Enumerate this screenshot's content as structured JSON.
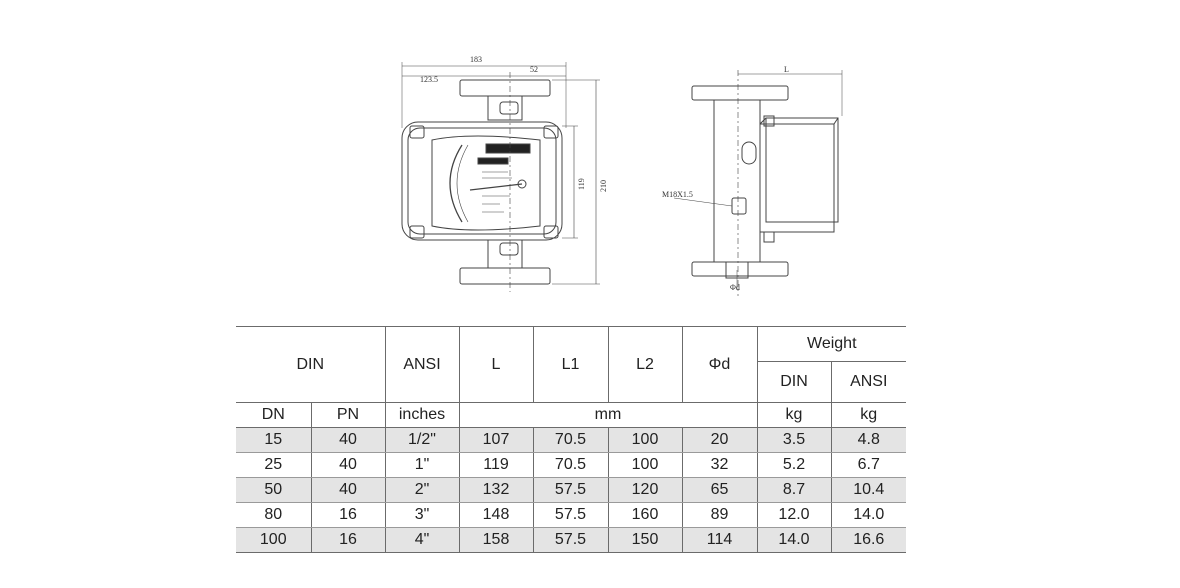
{
  "drawing": {
    "front_dims": {
      "overall_width": "183",
      "left_width": "123.5",
      "right_width": "52",
      "inner_height": "119",
      "overall_height": "210"
    },
    "side_dims": {
      "width": "L",
      "thread": "M18X1.5",
      "diameter": "Φd"
    }
  },
  "table": {
    "header": {
      "din": "DIN",
      "ansi": "ANSI",
      "l": "L",
      "l1": "L1",
      "l2": "L2",
      "phid": "Φd",
      "weight": "Weight",
      "weight_din": "DIN",
      "weight_ansi": "ANSI"
    },
    "units": {
      "dn": "DN",
      "pn": "PN",
      "inches": "inches",
      "mm": "mm",
      "kg_din": "kg",
      "kg_ansi": "kg"
    },
    "rows": [
      [
        "15",
        "40",
        "1/2\"",
        "107",
        "70.5",
        "100",
        "20",
        "3.5",
        "4.8"
      ],
      [
        "25",
        "40",
        "1\"",
        "119",
        "70.5",
        "100",
        "32",
        "5.2",
        "6.7"
      ],
      [
        "50",
        "40",
        "2\"",
        "132",
        "57.5",
        "120",
        "65",
        "8.7",
        "10.4"
      ],
      [
        "80",
        "16",
        "3\"",
        "148",
        "57.5",
        "160",
        "89",
        "12.0",
        "14.0"
      ],
      [
        "100",
        "16",
        "4\"",
        "158",
        "57.5",
        "150",
        "114",
        "14.0",
        "16.6"
      ]
    ]
  }
}
